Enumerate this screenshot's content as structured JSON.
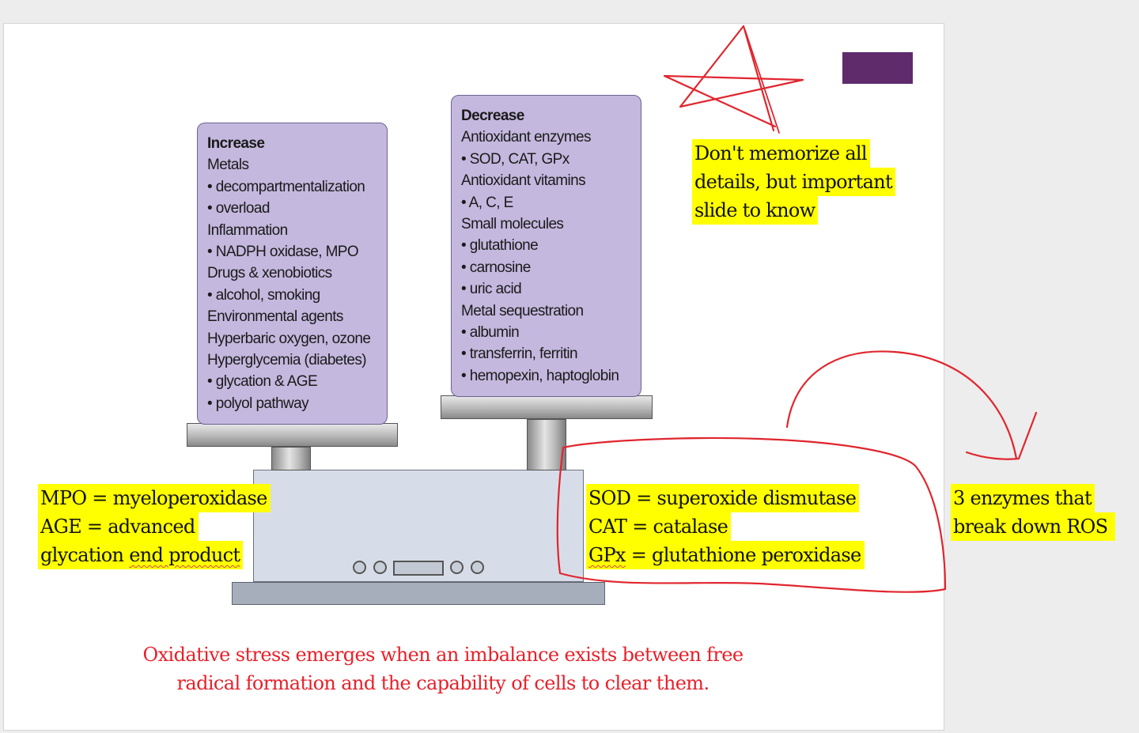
{
  "increase_box": {
    "lines": [
      {
        "text": "Increase",
        "head": true
      },
      {
        "text": "Metals"
      },
      {
        "text": "• decompartmentalization"
      },
      {
        "text": "• overload"
      },
      {
        "text": "Inflammation"
      },
      {
        "text": "• NADPH oxidase, MPO"
      },
      {
        "text": "Drugs & xenobiotics"
      },
      {
        "text": "• alcohol, smoking"
      },
      {
        "text": "Environmental agents"
      },
      {
        "text": "Hyperbaric oxygen, ozone"
      },
      {
        "text": "Hyperglycemia (diabetes)"
      },
      {
        "text": "• glycation & AGE"
      },
      {
        "text": "• polyol pathway"
      }
    ]
  },
  "decrease_box": {
    "lines": [
      {
        "text": "Decrease",
        "head": true
      },
      {
        "text": "Antioxidant enzymes"
      },
      {
        "text": "• SOD, CAT, GPx"
      },
      {
        "text": "Antioxidant vitamins"
      },
      {
        "text": "• A, C, E"
      },
      {
        "text": "Small molecules"
      },
      {
        "text": "• glutathione"
      },
      {
        "text": "• carnosine"
      },
      {
        "text": "• uric acid"
      },
      {
        "text": "Metal sequestration"
      },
      {
        "text": "• albumin"
      },
      {
        "text": "• transferrin, ferritin"
      },
      {
        "text": "• hemopexin, haptoglobin"
      }
    ]
  },
  "notes": {
    "memorize": [
      "Don't memorize all",
      "details, but important",
      "slide to know"
    ],
    "left_abbrev": [
      "MPO = myeloperoxidase",
      "AGE = advanced"
    ],
    "left_abbrev_last": [
      "glycation",
      "end product"
    ],
    "right_abbrev": [
      "SOD = superoxide dismutase",
      "CAT = catalase"
    ],
    "right_abbrev_last": [
      "GPx",
      " = glutathione peroxidase"
    ],
    "enzymes": [
      "3 enzymes that",
      "break down ROS"
    ]
  },
  "caption": {
    "line1": "Oxidative stress emerges when an imbalance exists between free",
    "line2": "radical formation and the capability of cells to clear them."
  },
  "colors": {
    "highlight": "#ffff00",
    "box_fill": "#c4b8de",
    "ink_red": "#e0262e",
    "accent_purple": "#5f2b6b"
  }
}
